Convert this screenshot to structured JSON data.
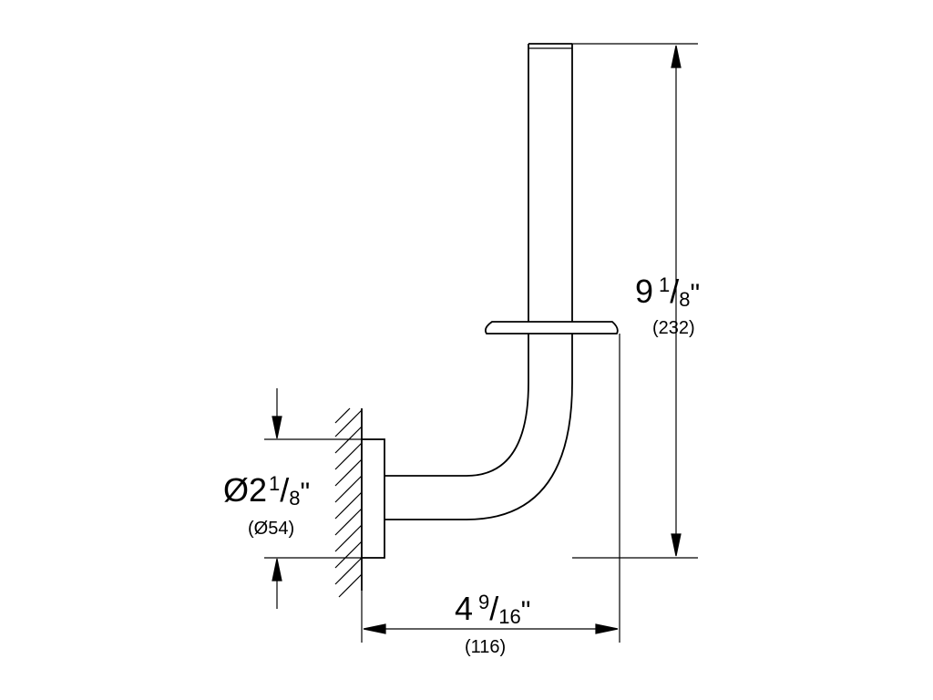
{
  "diagram": {
    "height_dimension": {
      "whole": "9",
      "num": "1",
      "den": "8",
      "mark": "\"",
      "metric": "(232)"
    },
    "width_dimension": {
      "whole": "4",
      "num": "9",
      "den": "16",
      "mark": "\"",
      "metric": "(116)"
    },
    "rosette_dimension": {
      "prefix": "Ø2",
      "num": "1",
      "den": "8",
      "mark": "\"",
      "metric": "(Ø54)"
    },
    "colors": {
      "line": "#000000",
      "background": "#ffffff"
    }
  }
}
